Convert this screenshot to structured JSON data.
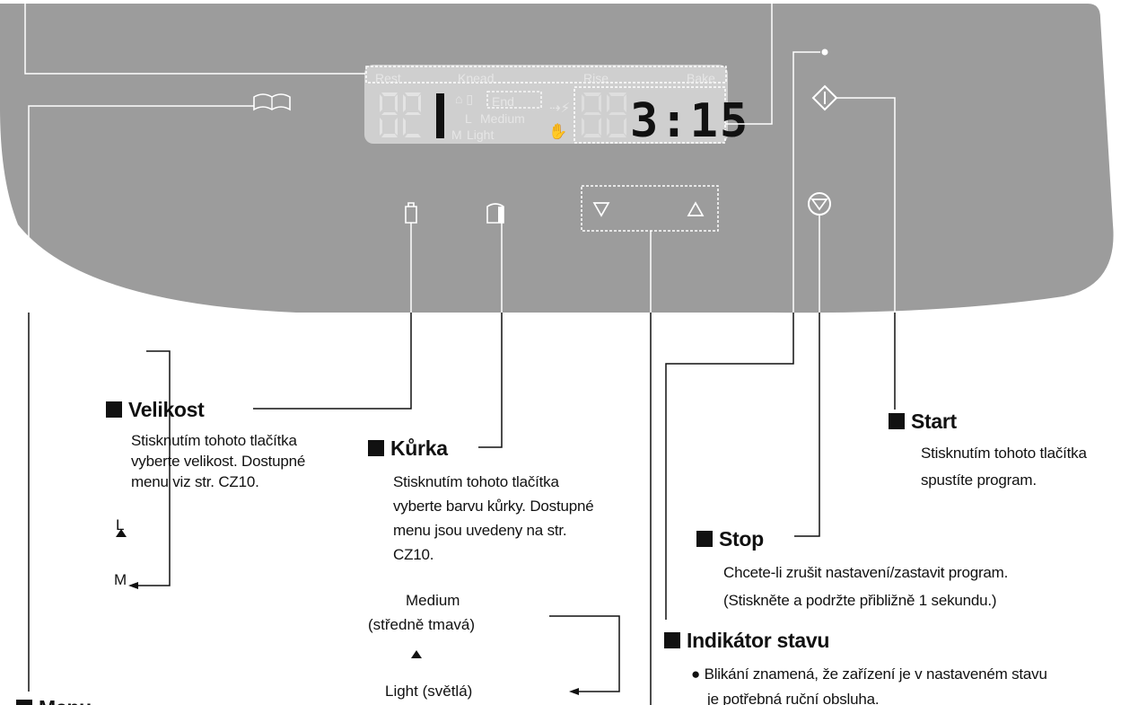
{
  "panel": {
    "display": {
      "stages": [
        "Rest",
        "Knead",
        "Rise",
        "Bake"
      ],
      "end_label": "End",
      "size_options": [
        "L",
        "M"
      ],
      "crust_options": [
        "Medium",
        "Light"
      ],
      "time": "3:15"
    }
  },
  "callouts": {
    "size": {
      "title": "Velikost",
      "lines": [
        "Stisknutím tohoto tlačítka",
        "vyberte velikost. Dostupné",
        "menu viz str. CZ10."
      ],
      "cycle": [
        "L",
        "M"
      ]
    },
    "crust": {
      "title": "Kůrka",
      "lines": [
        "Stisknutím tohoto tlačítka",
        "vyberte barvu kůrky. Dostupné",
        "menu jsou uvedeny na str.",
        "CZ10."
      ],
      "cycle": [
        "Medium",
        "(středně tmavá)",
        "Light (světlá)"
      ]
    },
    "start": {
      "title": "Start",
      "lines": [
        "Stisknutím tohoto tlačítka",
        "spustíte program."
      ]
    },
    "stop": {
      "title": "Stop",
      "lines": [
        "Chcete-li zrušit nastavení/zastavit program.",
        "(Stiskněte a podržte přibližně 1 sekundu.)"
      ]
    },
    "status": {
      "title": "Indikátor stavu",
      "lines": [
        "Blikání znamená, že zařízení je v nastaveném stavu",
        "je potřebná ruční obsluha."
      ]
    },
    "menu": {
      "title": "Menu"
    }
  },
  "colors": {
    "panel": "#9c9c9c",
    "lcd": "#cfcfcf",
    "ink": "#111111"
  }
}
